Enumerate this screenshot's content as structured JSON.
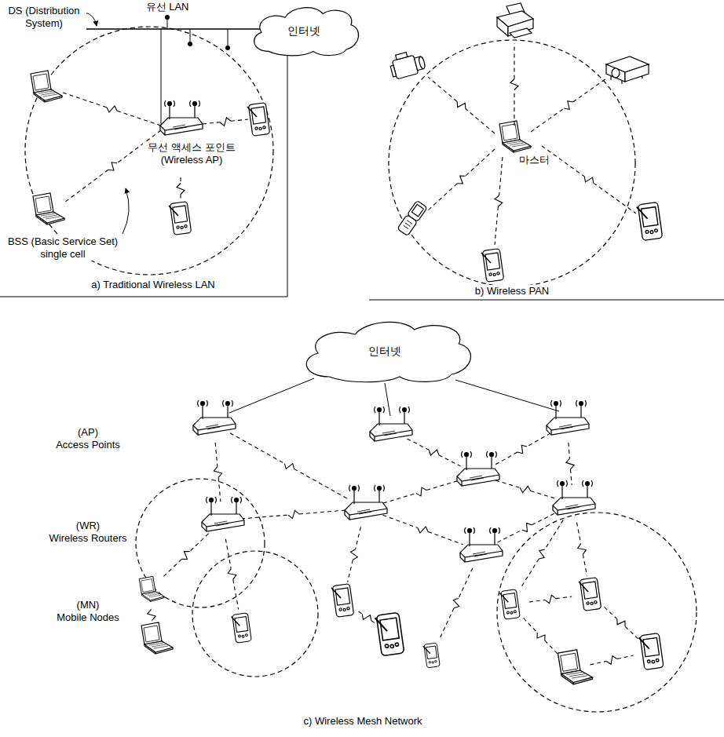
{
  "diagram": {
    "nodes": [
      {
        "text": [
          "인터넷"
        ]
      },
      {
        "text": [
          "인터넷"
        ]
      }
    ],
    "labels": [
      "DS (Distribution System)",
      "유선 LAN",
      "무선 액세스 포인트 (Wireless AP)",
      "BSS (Basic Service Set) single cell",
      "a) Traditional Wireless LAN",
      "마스터",
      "b) Wireless PAN",
      "(AP)",
      "Access Points",
      "(WR)",
      "Wireless Routers",
      "(MN)",
      "Mobile Nodes",
      "c) Wireless Mesh Network"
    ]
  }
}
